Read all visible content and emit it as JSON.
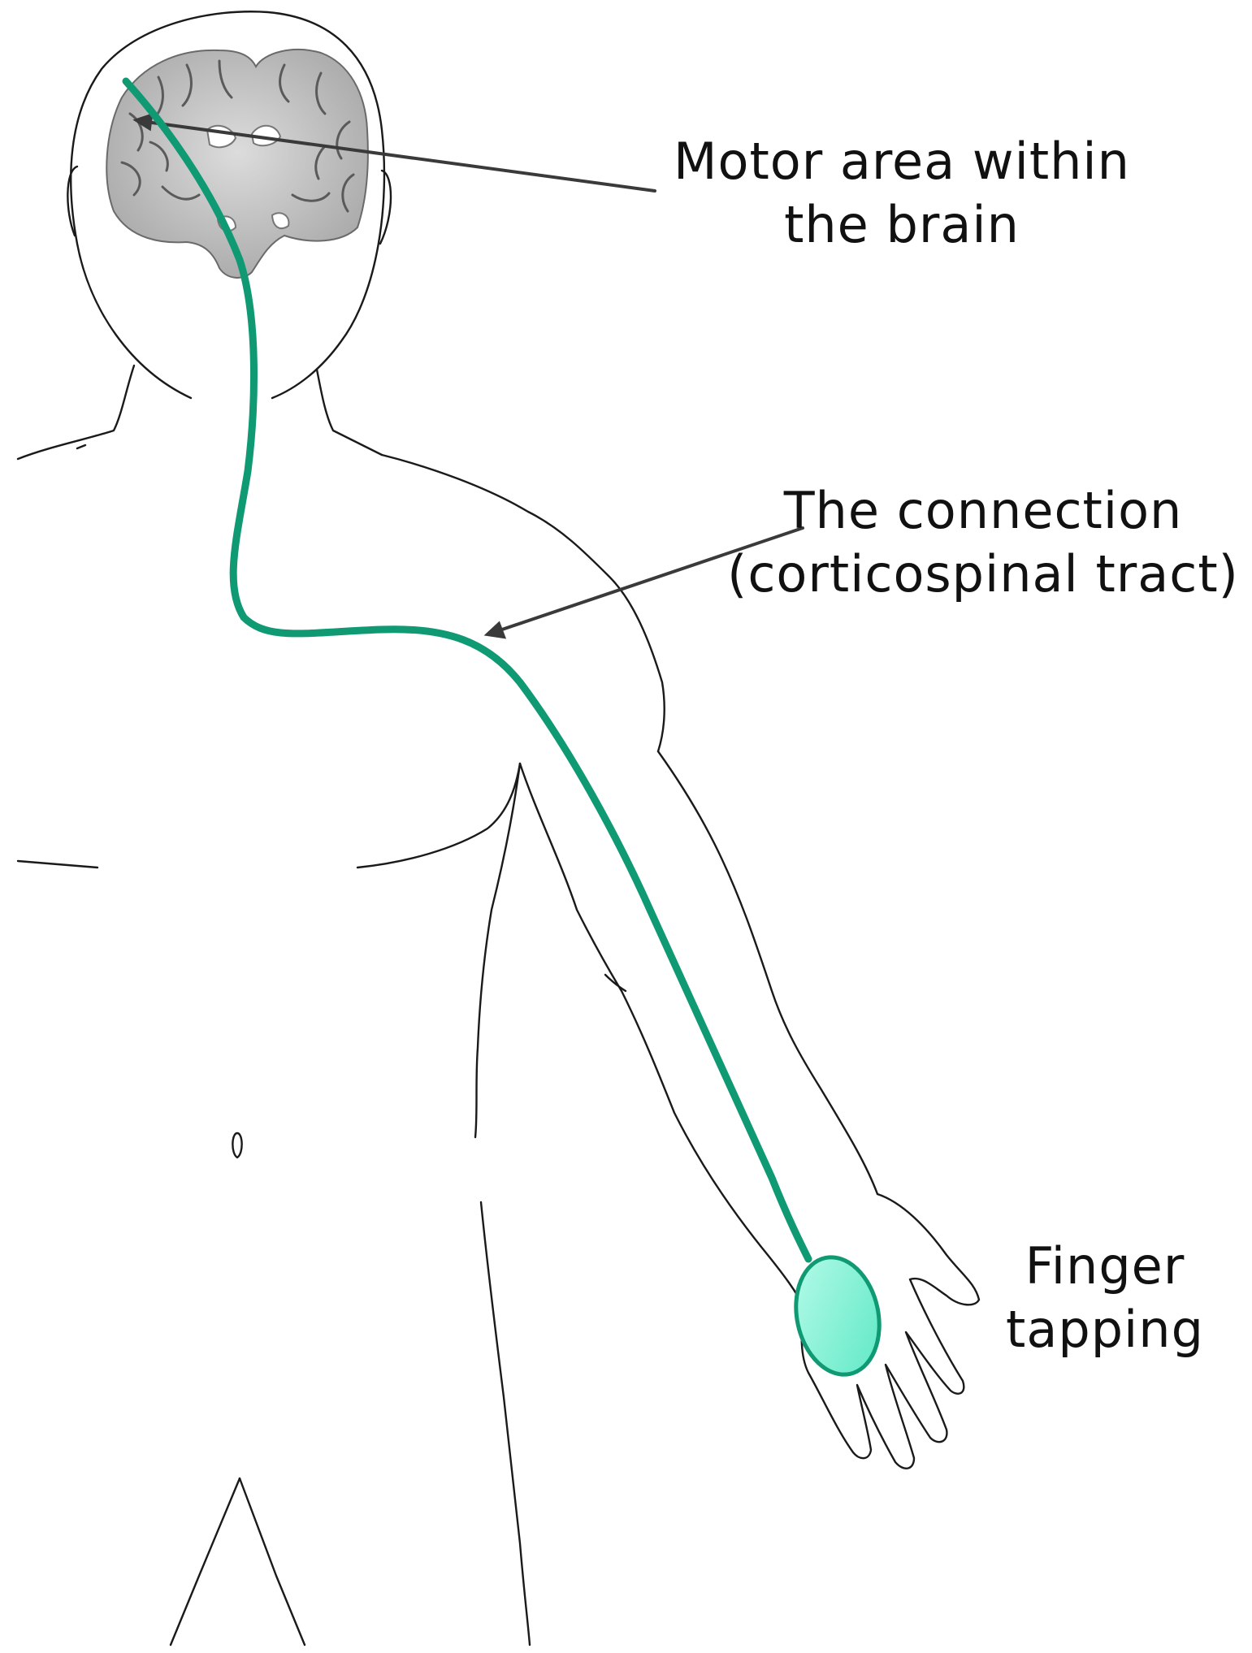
{
  "labels": {
    "motor_area": [
      "Motor area within",
      "the brain"
    ],
    "connection": [
      "The connection",
      "(corticospinal tract)"
    ],
    "finger_tapping": [
      "Finger",
      "tapping"
    ]
  },
  "colors": {
    "tract": "#0f9a74",
    "finger_region_fill": "#6ff0d0",
    "outline": "#1a1a1a",
    "brain_gray": "#9a9a9a"
  }
}
